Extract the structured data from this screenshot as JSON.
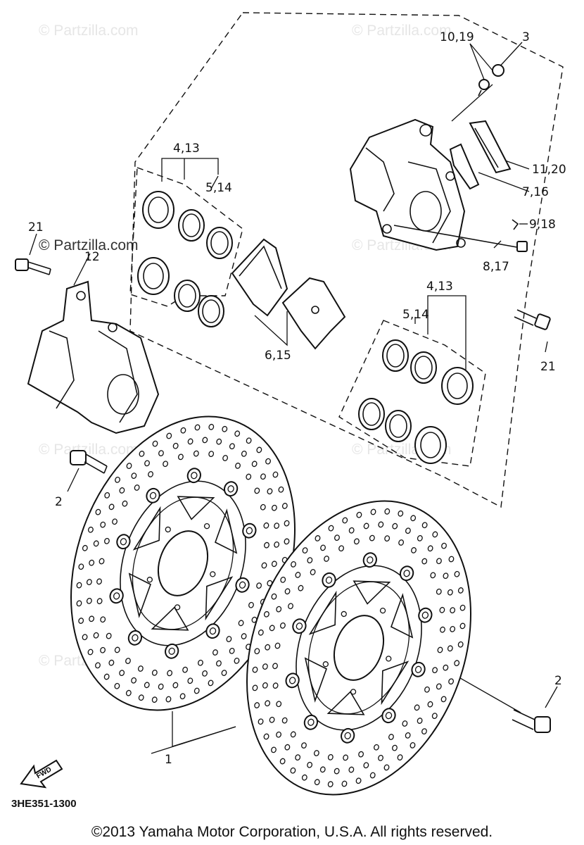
{
  "diagram": {
    "watermark_text": "© Partzilla.com",
    "diagram_code": "3HE351-1300",
    "fwd_label": "FWD",
    "copyright": "©2013 Yamaha Motor Corporation, U.S.A. All rights reserved.",
    "callouts": {
      "c_10_19": "10,19",
      "c_3": "3",
      "c_4_13_left": "4,13",
      "c_5_14_left": "5,14",
      "c_11_20": "11,20",
      "c_7_16": "7,16",
      "c_9_18": "9,18",
      "c_8_17": "8,17",
      "c_21_left": "21",
      "c_12": "12",
      "c_6_15": "6,15",
      "c_4_13_right": "4,13",
      "c_5_14_right": "5,14",
      "c_21_right": "21",
      "c_2_left": "2",
      "c_2_right": "2",
      "c_1": "1"
    }
  }
}
